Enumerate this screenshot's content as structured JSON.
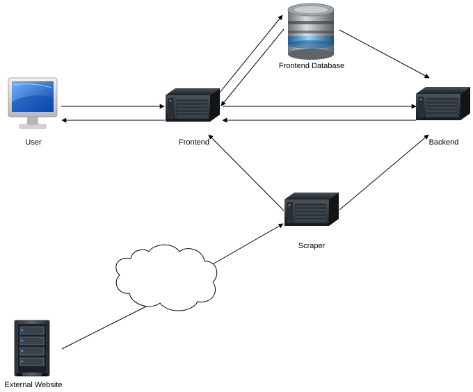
{
  "nodes": {
    "user": {
      "label": "User",
      "icon": "monitor-icon"
    },
    "frontend": {
      "label": "Frontend",
      "icon": "server-icon"
    },
    "frontend_db": {
      "label": "Frontend Database",
      "icon": "database-icon"
    },
    "backend": {
      "label": "Backend",
      "icon": "server-icon"
    },
    "scraper": {
      "label": "Scraper",
      "icon": "server-icon"
    },
    "cloud": {
      "icon": "cloud-icon"
    },
    "external": {
      "label": "External Website",
      "icon": "server-rack-icon"
    }
  },
  "edges": [
    {
      "from": "user",
      "to": "frontend"
    },
    {
      "from": "frontend",
      "to": "user"
    },
    {
      "from": "frontend",
      "to": "frontend_db"
    },
    {
      "from": "frontend_db",
      "to": "frontend"
    },
    {
      "from": "frontend",
      "to": "backend"
    },
    {
      "from": "backend",
      "to": "frontend"
    },
    {
      "from": "frontend_db",
      "to": "backend"
    },
    {
      "from": "scraper",
      "to": "frontend"
    },
    {
      "from": "scraper",
      "to": "backend"
    },
    {
      "from": "external",
      "to": "scraper",
      "via": "cloud"
    }
  ],
  "colors": {
    "line": "#000000",
    "server_body": "#1f2327",
    "server_front": "#3a4148",
    "server_accent": "#5a8ab5",
    "monitor_screen": "#1e6fd0",
    "db_band": "#4aa3df"
  }
}
